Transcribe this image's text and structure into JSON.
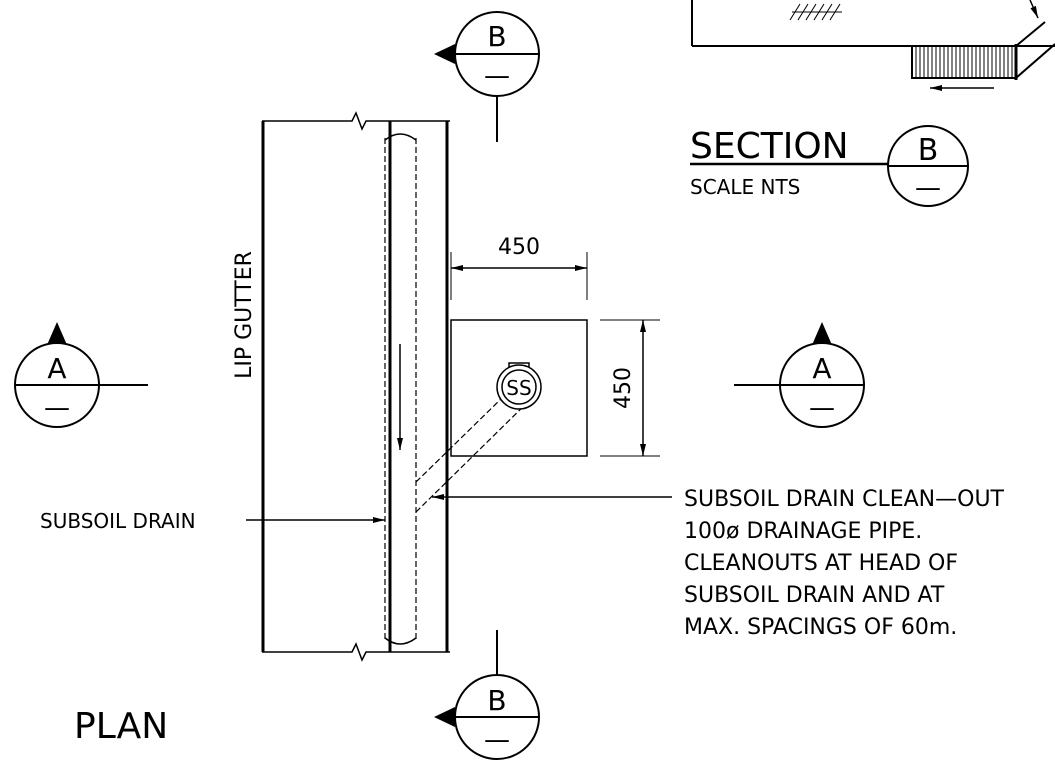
{
  "plan": {
    "title": "PLAN",
    "lip_gutter_label": "LIP GUTTER",
    "subsoil_drain_label": "SUBSOIL DRAIN",
    "pit_marker_label": "SS",
    "dim_width": "450",
    "dim_height": "450"
  },
  "section_markers": {
    "b_top": {
      "letter": "B",
      "sheet": "—"
    },
    "b_bottom": {
      "letter": "B",
      "sheet": "—"
    },
    "a_left": {
      "letter": "A",
      "sheet": "—"
    },
    "a_right": {
      "letter": "A",
      "sheet": "—"
    }
  },
  "section_b": {
    "title": "SECTION",
    "scale": "SCALE NTS",
    "marker_letter": "B",
    "marker_sheet": "—"
  },
  "note": {
    "lines": [
      "SUBSOIL DRAIN CLEAN—OUT",
      "100ø DRAINAGE PIPE.",
      "CLEANOUTS AT HEAD OF",
      "SUBSOIL DRAIN AND AT",
      "MAX. SPACINGS OF 60m."
    ]
  }
}
